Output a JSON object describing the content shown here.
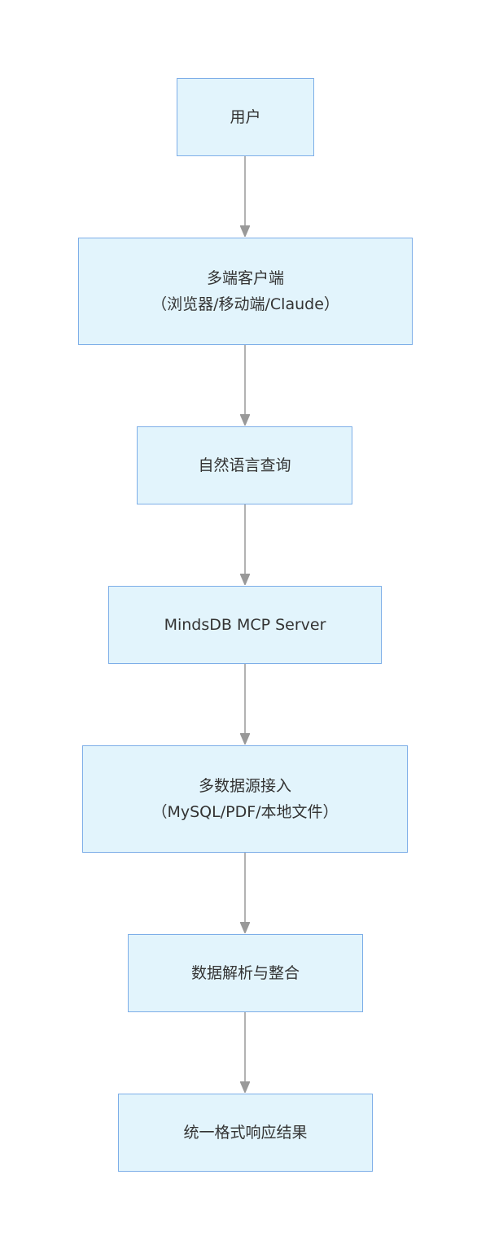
{
  "flow": {
    "nodes": [
      {
        "lines": [
          "用户"
        ]
      },
      {
        "lines": [
          "多端客户端",
          "（浏览器/移动端/Claude）"
        ]
      },
      {
        "lines": [
          "自然语言查询"
        ]
      },
      {
        "lines": [
          "MindsDB MCP Server"
        ]
      },
      {
        "lines": [
          "多数据源接入",
          "（MySQL/PDF/本地文件）"
        ]
      },
      {
        "lines": [
          "数据解析与整合"
        ]
      },
      {
        "lines": [
          "统一格式响应结果"
        ]
      }
    ],
    "colors": {
      "node_fill": "#e2f4fc",
      "node_border": "#7daee8",
      "edge": "#999999",
      "text": "#333333"
    }
  }
}
